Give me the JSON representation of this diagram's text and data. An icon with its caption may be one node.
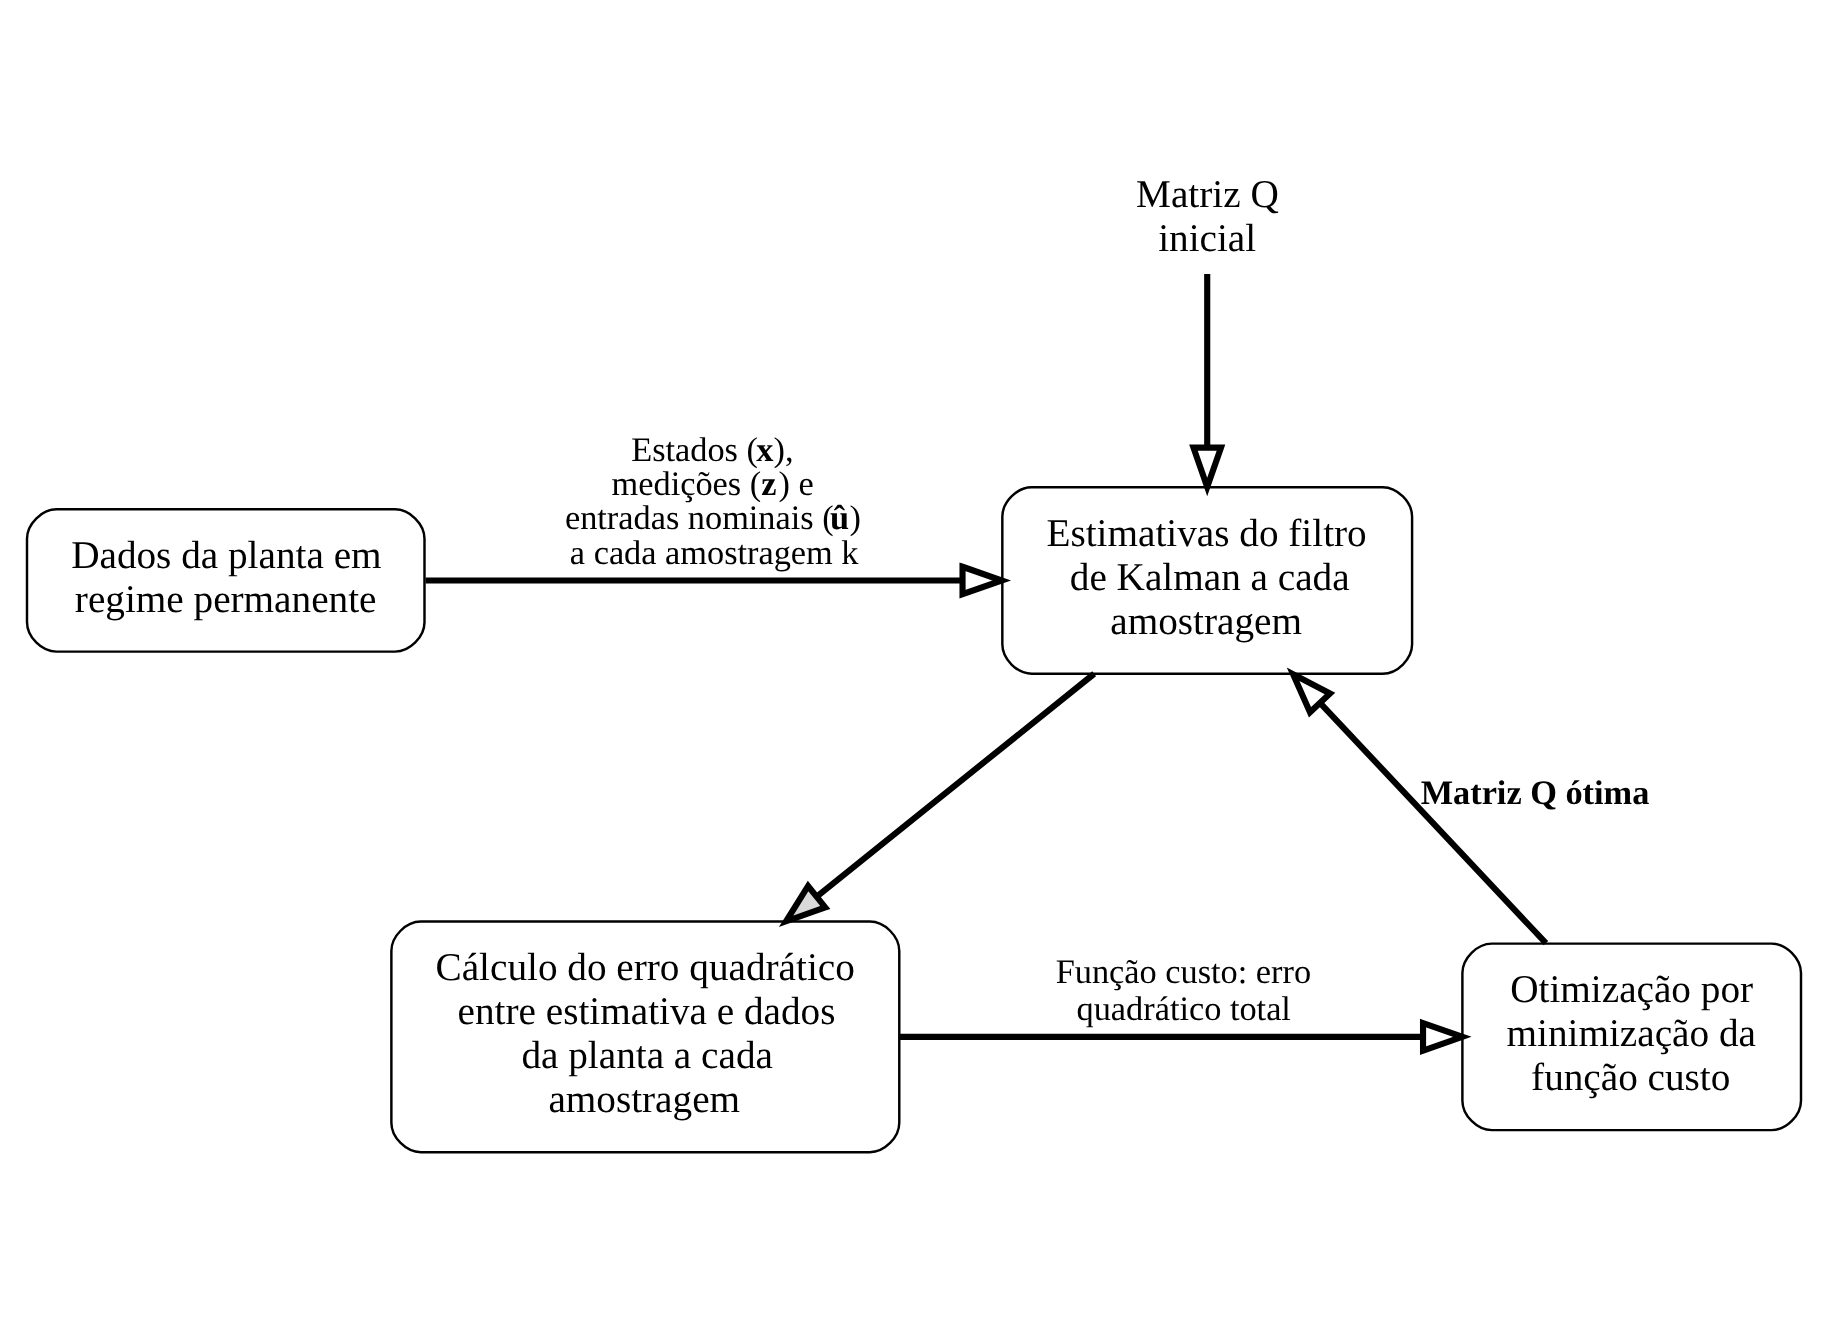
{
  "diagram": {
    "nodes": [
      {
        "text": [
          "Dados da planta em regime permanente"
        ]
      },
      {
        "text": [
          "Estimativas do filtro de Kalman a cada amostragem"
        ]
      },
      {
        "text": [
          "Otimização por minimização da função custo"
        ]
      },
      {
        "text": [
          "Cálculo do erro quadrático entre estimativa e dados da planta a cada amostragem"
        ]
      },
      {
        "text": [
          "Matriz Q inicial"
        ]
      }
    ],
    "edges": [
      {
        "from": 0,
        "to": 1,
        "arrow": "to",
        "label": "Estados (**x**), medições (**z**) e entradas nominais (**û**) a cada amostragem k"
      },
      {
        "from": 1,
        "to": 3,
        "arrow": "to"
      },
      {
        "from": 3,
        "to": 2,
        "arrow": "to",
        "label": "Função custo: erro quadrático total"
      },
      {
        "from": 2,
        "to": 1,
        "arrow": "to",
        "label": "Matriz Q ótima"
      },
      {
        "from": 4,
        "to": 1,
        "arrow": "to"
      }
    ]
  }
}
